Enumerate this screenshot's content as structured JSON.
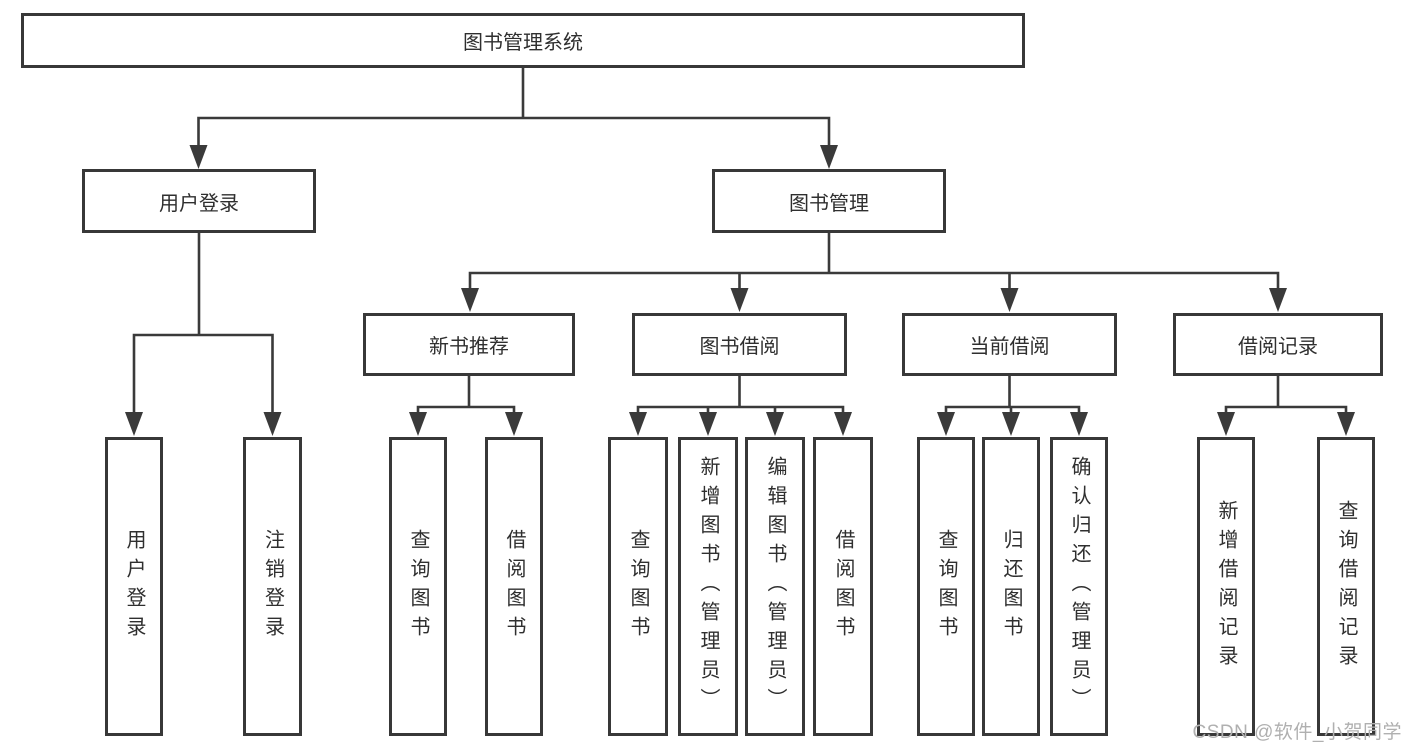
{
  "colors": {
    "line": "#3a3a3a",
    "box_border": "#383838",
    "text": "#2f2f2f",
    "watermark": "#b0b0b0",
    "background": "#ffffff"
  },
  "tree": {
    "root": {
      "label": "图书管理系统"
    },
    "branches": [
      {
        "label": "用户登录",
        "leaves": [
          {
            "label": "用户登录"
          },
          {
            "label": "注销登录"
          }
        ]
      },
      {
        "label": "图书管理",
        "groups": [
          {
            "label": "新书推荐",
            "leaves": [
              {
                "label": "查询图书"
              },
              {
                "label": "借阅图书"
              }
            ]
          },
          {
            "label": "图书借阅",
            "leaves": [
              {
                "label": "查询图书"
              },
              {
                "label": "新增图书（管理员）"
              },
              {
                "label": "编辑图书（管理员）"
              },
              {
                "label": "借阅图书"
              }
            ]
          },
          {
            "label": "当前借阅",
            "leaves": [
              {
                "label": "查询图书"
              },
              {
                "label": "归还图书"
              },
              {
                "label": "确认归还（管理员）"
              }
            ]
          },
          {
            "label": "借阅记录",
            "leaves": [
              {
                "label": "新增借阅记录"
              },
              {
                "label": "查询借阅记录"
              }
            ]
          }
        ]
      }
    ]
  },
  "watermark": {
    "text": "CSDN @软件_小贺同学"
  }
}
